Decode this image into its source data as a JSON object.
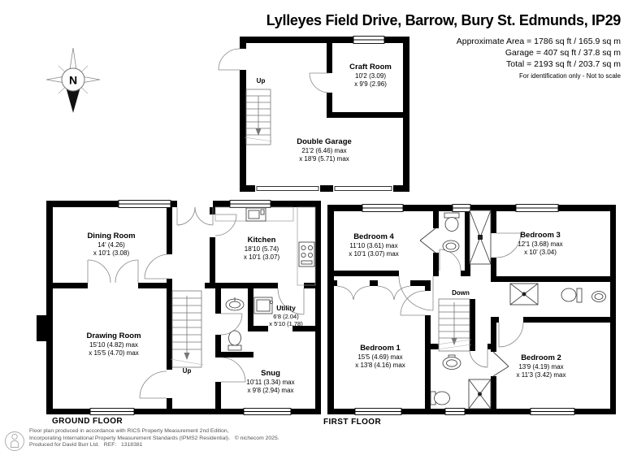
{
  "header": {
    "title": "Lylleyes Field Drive, Barrow, Bury St. Edmunds, IP29",
    "area_line1": "Approximate Area = 1786 sq ft / 165.9 sq m",
    "area_line2": "Garage = 407 sq ft / 37.8 sq m",
    "area_line3": "Total = 2193 sq ft / 203.7 sq m",
    "disclaimer": "For identification only - Not to scale"
  },
  "compass": {
    "letter": "N"
  },
  "floors": {
    "garage": {
      "stairs_label": "Up",
      "rooms": [
        {
          "name": "Craft Room",
          "dim1": "10'2 (3.09)",
          "dim2": "x 9'9 (2.96)"
        },
        {
          "name": "Double Garage",
          "dim1": "21'2 (6.46) max",
          "dim2": "x 18'9 (5.71) max"
        }
      ]
    },
    "ground": {
      "label": "GROUND FLOOR",
      "stairs_label": "Up",
      "rooms": [
        {
          "name": "Dining Room",
          "dim1": "14' (4.26)",
          "dim2": "x 10'1 (3.08)"
        },
        {
          "name": "Kitchen",
          "dim1": "18'10 (5.74)",
          "dim2": "x 10'1 (3.07)"
        },
        {
          "name": "Drawing Room",
          "dim1": "15'10 (4.82) max",
          "dim2": "x 15'5 (4.70) max"
        },
        {
          "name": "Utility",
          "dim1": "6'8 (2.04)",
          "dim2": "x 5'10 (1.78)"
        },
        {
          "name": "Snug",
          "dim1": "10'11 (3.34) max",
          "dim2": "x 9'8 (2.94) max"
        }
      ]
    },
    "first": {
      "label": "FIRST FLOOR",
      "stairs_label": "Down",
      "rooms": [
        {
          "name": "Bedroom 4",
          "dim1": "11'10 (3.61) max",
          "dim2": "x 10'1 (3.07) max"
        },
        {
          "name": "Bedroom 3",
          "dim1": "12'1 (3.68) max",
          "dim2": "x 10' (3.04)"
        },
        {
          "name": "Bedroom 1",
          "dim1": "15'5 (4.69) max",
          "dim2": "x 13'8 (4.16) max"
        },
        {
          "name": "Bedroom 2",
          "dim1": "13'9 (4.19) max",
          "dim2": "x 11'3 (3.42) max"
        }
      ]
    }
  },
  "footer": {
    "line1": "Floor plan produced in accordance with RICS Property Measurement 2nd Edition,",
    "line2": "Incorporating International Property Measurement Standards (IPMS2 Residential).   © nichecom 2025.",
    "line3": "Produced for David Burr Ltd.   REF:   1318381"
  },
  "colors": {
    "wall": "#000000",
    "background": "#ffffff",
    "thin_line": "#777777"
  }
}
